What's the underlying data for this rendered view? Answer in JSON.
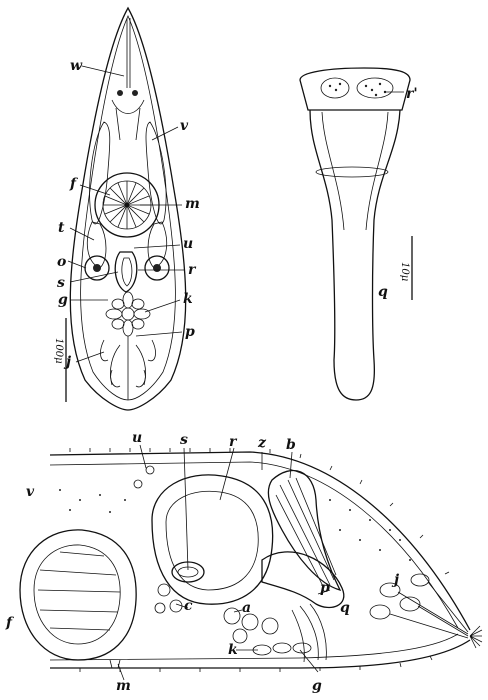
{
  "figure_top_left": {
    "labels": {
      "w": "w",
      "v": "v",
      "f": "f",
      "m": "m",
      "t": "t",
      "u": "u",
      "o": "o",
      "r": "r",
      "s": "s",
      "g": "g",
      "k": "k",
      "p": "p",
      "j": "j"
    },
    "scale_bar": "100μ"
  },
  "figure_top_right": {
    "labels": {
      "r_prime": "r'",
      "q": "q"
    },
    "scale_bar": "10μ"
  },
  "figure_bottom": {
    "labels": {
      "u": "u",
      "s": "s",
      "r": "r",
      "z": "z",
      "b": "b",
      "v": "v",
      "p": "p",
      "q": "q",
      "j": "j",
      "a": "a",
      "k": "k",
      "c": "c",
      "f": "f",
      "m": "m",
      "g": "g"
    }
  }
}
